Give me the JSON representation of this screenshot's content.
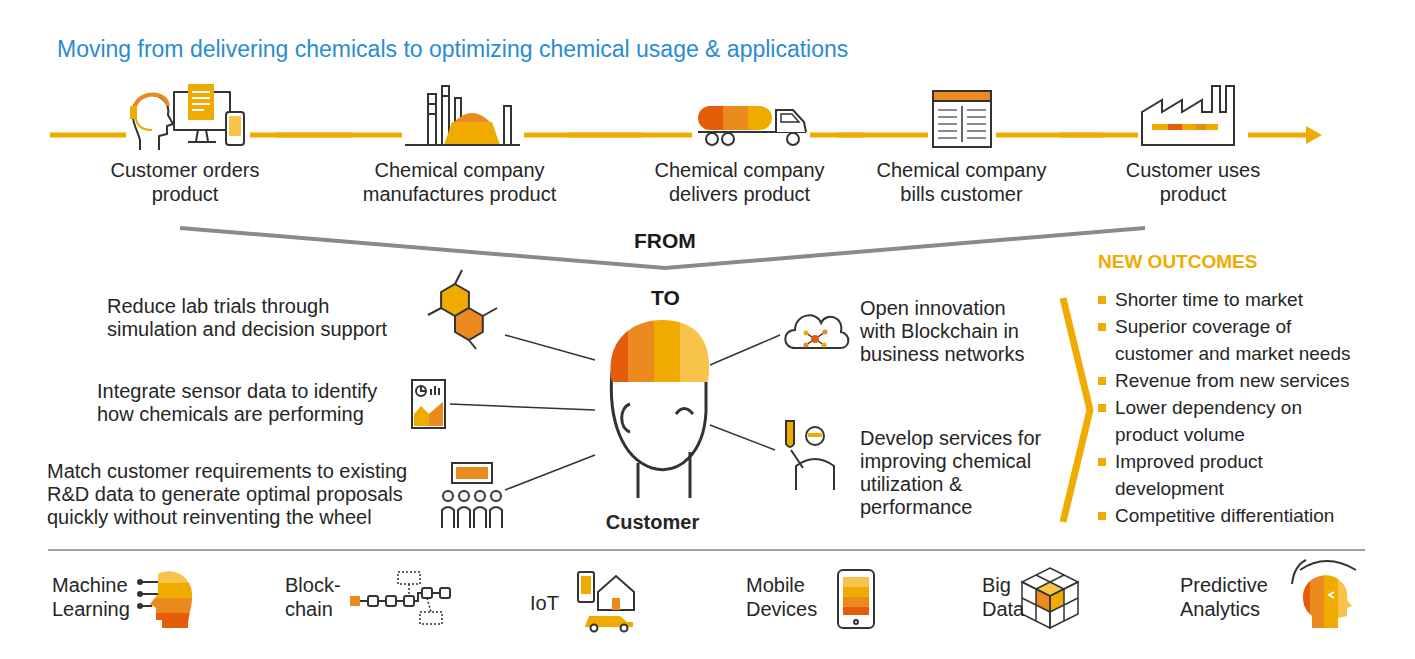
{
  "diagram": {
    "title": "Moving from delivering chemicals to optimizing chemical usage & applications",
    "nodes": [
      {
        "text": [
          "Customer orders product"
        ]
      },
      {
        "text": [
          "Chemical company manufactures product"
        ]
      },
      {
        "text": [
          "Chemical company delivers product"
        ]
      },
      {
        "text": [
          "Chemical company bills customer"
        ]
      },
      {
        "text": [
          "Customer uses product"
        ]
      },
      {
        "text": [
          "Reduce lab trials through simulation and decision support"
        ]
      },
      {
        "text": [
          "Integrate sensor data to identify how chemicals are performing"
        ]
      },
      {
        "text": [
          "Match customer requirements to existing R&D data to generate optimal proposals quickly without reinventing the wheel"
        ]
      },
      {
        "text": [
          "Customer"
        ]
      },
      {
        "text": [
          "Open innovation with Blockchain in business networks"
        ]
      },
      {
        "text": [
          "Develop services for improving chemical utilization & performance"
        ]
      }
    ],
    "edges": [
      {
        "from": 0,
        "to": 1,
        "arrow": "none"
      },
      {
        "from": 1,
        "to": 2,
        "arrow": "none"
      },
      {
        "from": 2,
        "to": 3,
        "arrow": "none"
      },
      {
        "from": 3,
        "to": 4,
        "arrow": "none"
      },
      {
        "from": 5,
        "to": 8,
        "arrow": "none"
      },
      {
        "from": 6,
        "to": 8,
        "arrow": "none"
      },
      {
        "from": 7,
        "to": 8,
        "arrow": "none"
      },
      {
        "from": 8,
        "to": 9,
        "arrow": "none"
      },
      {
        "from": 8,
        "to": 10,
        "arrow": "none"
      }
    ],
    "labels": [
      "FROM",
      "TO",
      "NEW OUTCOMES",
      "Shorter time to market",
      "Superior coverage of customer and market needs",
      "Revenue from new services",
      "Lower dependency on product volume",
      "Improved product development",
      "Competitive differentiation",
      "Machine Learning",
      "Block- chain",
      "IoT",
      "Mobile Devices",
      "Big Data",
      "Predictive Analytics"
    ]
  }
}
